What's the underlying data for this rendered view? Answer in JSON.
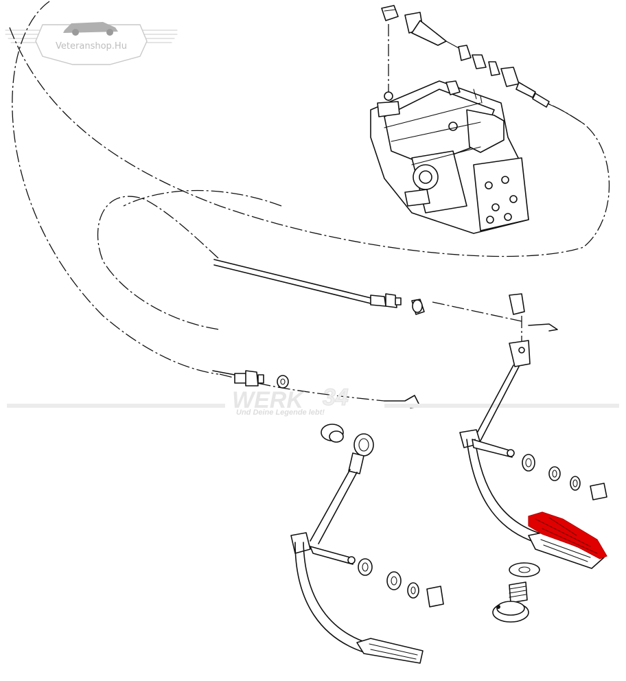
{
  "logo": {
    "text": "Veteranshop.Hu"
  },
  "watermark": {
    "brand_left": "WERK",
    "brand_right": "34",
    "tagline": "Und Deine Legende lebt!"
  },
  "highlight": {
    "color": "#e00000"
  }
}
